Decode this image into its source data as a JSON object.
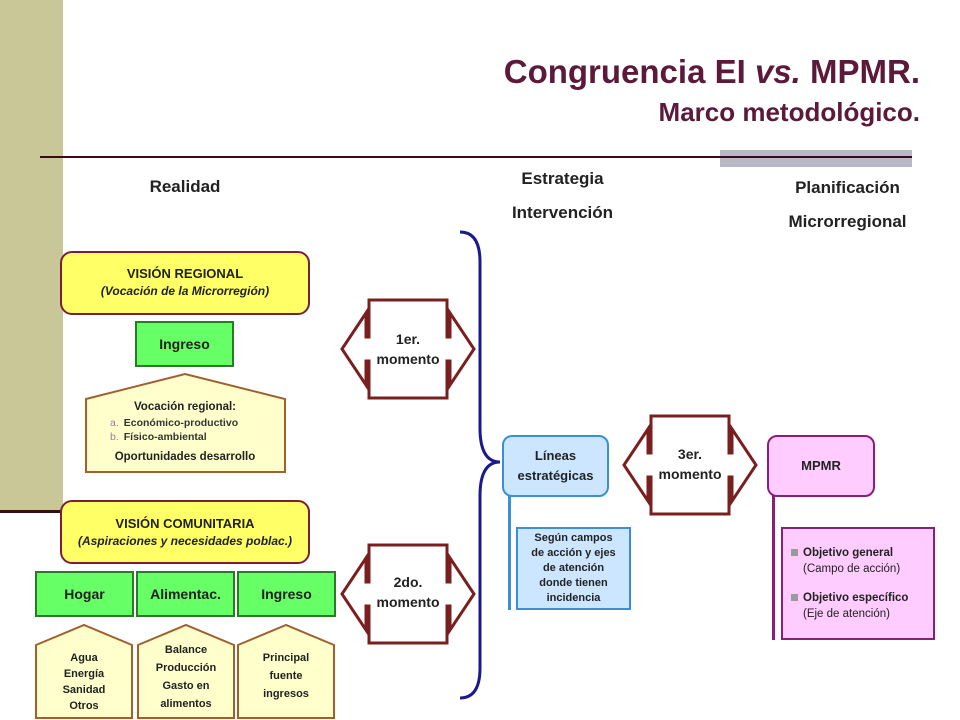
{
  "title": {
    "line1": "Congruencia EI vs. MPMR.",
    "line1_pre": "Congruencia EI ",
    "line1_em": "vs.",
    "line1_post": " MPMR.",
    "line2": "Marco metodológico."
  },
  "columns": {
    "realidad": "Realidad",
    "estrategia_1": "Estrategia",
    "estrategia_2": "Intervención",
    "planificacion_1": "Planificación",
    "planificacion_2": "Microrregional"
  },
  "vision_regional": {
    "title": "VISIÓN REGIONAL",
    "subtitle": "(Vocación de la Microrregión)"
  },
  "ingreso_regional": "Ingreso",
  "vocacion": {
    "title": "Vocación regional:",
    "items": [
      {
        "marker": "a.",
        "text": "Económico-productivo"
      },
      {
        "marker": "b.",
        "text": "Físico-ambiental"
      }
    ],
    "footer": "Oportunidades desarrollo"
  },
  "vision_comunitaria": {
    "title": "VISIÓN COMUNITARIA",
    "subtitle": "(Aspiraciones y necesidades poblac.)"
  },
  "categories": [
    "Hogar",
    "Alimentac.",
    "Ingreso"
  ],
  "category_details": [
    [
      "Agua",
      "Energía",
      "Sanidad",
      "Otros"
    ],
    [
      "Balance",
      "Producción",
      "Gasto en",
      "alimentos"
    ],
    [
      "Principal",
      "fuente",
      "ingresos"
    ]
  ],
  "momentos": {
    "m1": [
      "1er.",
      "momento"
    ],
    "m2": [
      "2do.",
      "momento"
    ],
    "m3": [
      "3er.",
      "momento"
    ]
  },
  "lineas": {
    "line1": "Líneas",
    "line2": "estratégicas"
  },
  "segun": [
    "Según campos",
    "de acción y ejes",
    "de atención",
    "donde tienen",
    "incidencia"
  ],
  "mpmr": "MPMR",
  "objetivos": [
    {
      "label": "Objetivo general",
      "detail": "(Campo de acción)"
    },
    {
      "label": "Objetivo específico",
      "detail": "(Eje de atención)"
    }
  ],
  "colors": {
    "title": "#5c1a3b",
    "sidebar": "#c9c698",
    "yellow": "#ffff66",
    "green": "#66ff66",
    "arrow": "#7a1f1f",
    "blue_fill": "#cce6ff",
    "pink_fill": "#ffccff"
  }
}
